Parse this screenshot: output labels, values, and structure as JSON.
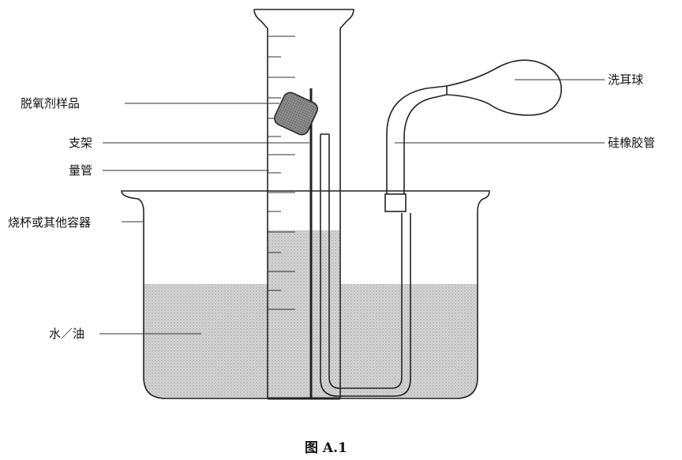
{
  "labels": {
    "sample": "脱氧剂样品",
    "support": "支架",
    "cylinder": "量管",
    "beaker": "烧杯或其他容器",
    "liquid": "水／油",
    "bulb": "洗耳球",
    "tube": "硅橡胶管"
  },
  "caption": "图 A.1",
  "colors": {
    "line": "#222222",
    "liquid_fill": "#cfcfcf",
    "sample_fill": "#8a8a8a"
  }
}
